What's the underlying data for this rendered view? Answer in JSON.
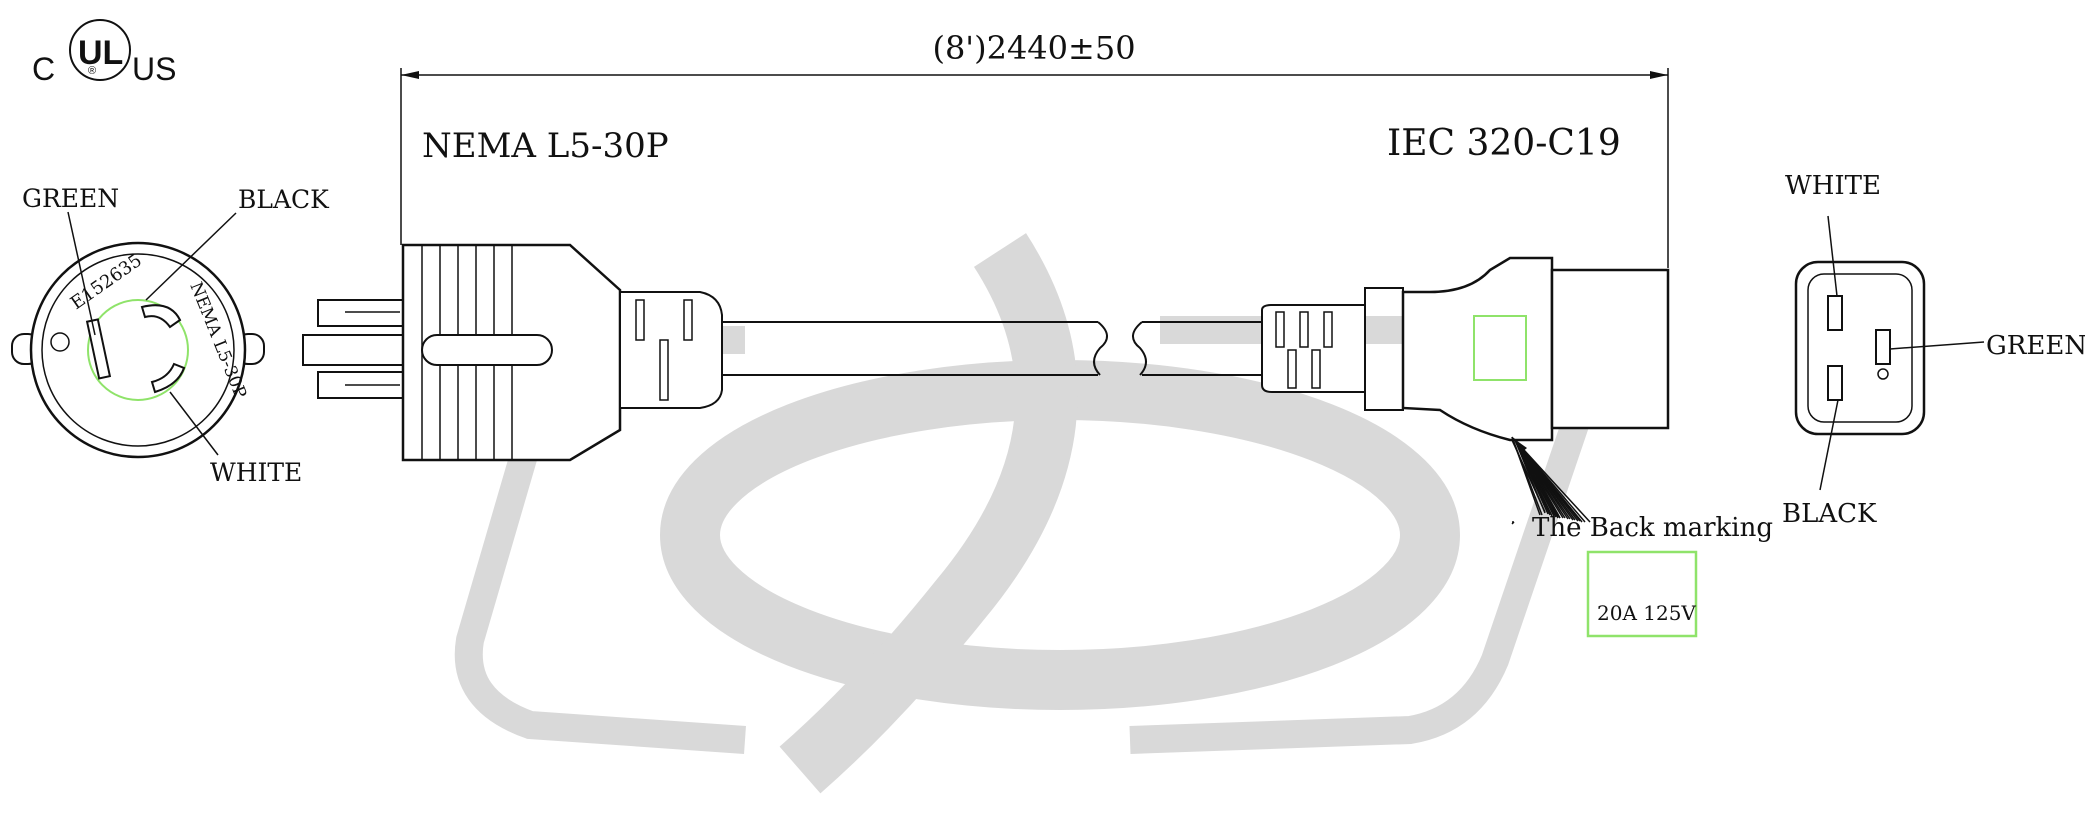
{
  "certification": {
    "left_letter": "C",
    "center_letters": "UL",
    "registered_mark": "®",
    "right_letters": "US"
  },
  "dimension": {
    "length_text": "(8')2440±50"
  },
  "plug": {
    "title": "NEMA L5-30P",
    "face_marking_code": "E152635",
    "face_marking_model": "NEMA L5-30P",
    "pin_labels": {
      "green": "GREEN",
      "black": "BLACK",
      "white": "WHITE"
    }
  },
  "connector": {
    "title": "IEC 320-C19",
    "back_marking_label": "The Back marking",
    "back_marking_text": "20A 125V",
    "pin_labels": {
      "white": "WHITE",
      "green": "GREEN",
      "black": "BLACK"
    }
  },
  "colors": {
    "marking_green": "#8fe36a",
    "watermark_gray": "#d9d9d9",
    "line": "#111111"
  }
}
